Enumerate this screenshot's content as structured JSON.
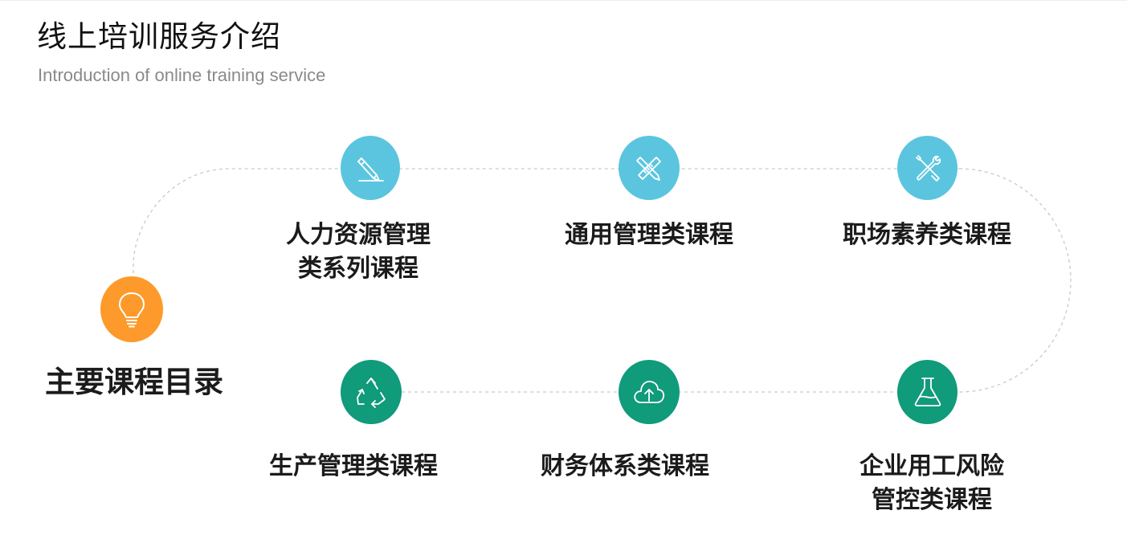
{
  "header": {
    "title": "线上培训服务介绍",
    "subtitle": "Introduction of online training service"
  },
  "main_node": {
    "label": "主要课程目录",
    "icon": "lightbulb-icon",
    "color": "#fd9a2b"
  },
  "courses": [
    {
      "lines": [
        "人力资源管理",
        "类系列课程"
      ],
      "icon": "pencil-icon",
      "color": "#5bc5df"
    },
    {
      "lines": [
        "通用管理类课程"
      ],
      "icon": "ruler-pencil-icon",
      "color": "#5bc5df"
    },
    {
      "lines": [
        "职场素养类课程"
      ],
      "icon": "wrench-screwdriver-icon",
      "color": "#5bc5df"
    },
    {
      "lines": [
        "生产管理类课程"
      ],
      "icon": "recycle-icon",
      "color": "#109b7b"
    },
    {
      "lines": [
        "财务体系类课程"
      ],
      "icon": "cloud-upload-icon",
      "color": "#109b7b"
    },
    {
      "lines": [
        "企业用工风险",
        "管控类课程"
      ],
      "icon": "flask-icon",
      "color": "#109b7b"
    }
  ]
}
